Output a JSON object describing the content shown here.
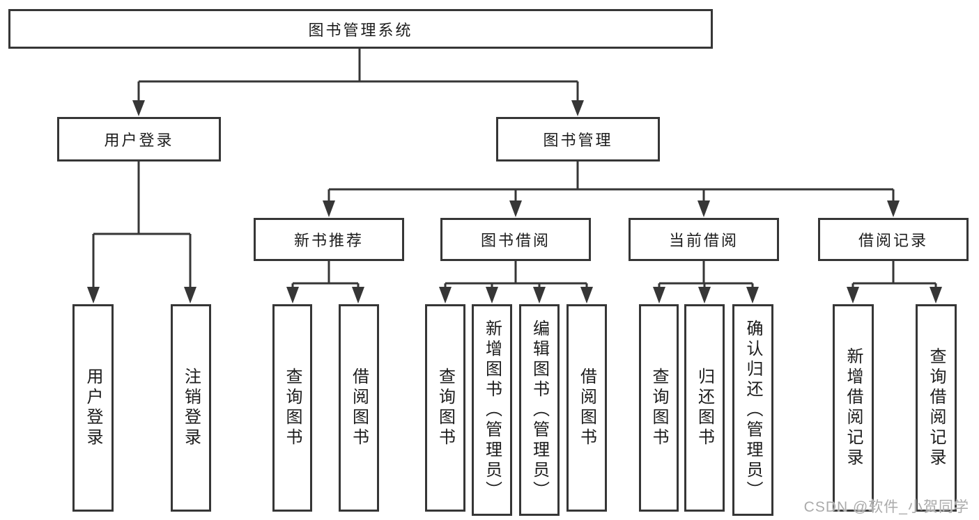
{
  "diagram": {
    "root": {
      "label": "图书管理系统"
    },
    "branches": [
      {
        "label": "用户登录",
        "children": [
          {
            "label": "用户登录"
          },
          {
            "label": "注销登录"
          }
        ]
      },
      {
        "label": "图书管理",
        "sections": [
          {
            "label": "新书推荐",
            "children": [
              {
                "label": "查询图书"
              },
              {
                "label": "借阅图书"
              }
            ]
          },
          {
            "label": "图书借阅",
            "children": [
              {
                "label": "查询图书"
              },
              {
                "label": "新增图书（管理员）"
              },
              {
                "label": "编辑图书（管理员）"
              },
              {
                "label": "借阅图书"
              }
            ]
          },
          {
            "label": "当前借阅",
            "children": [
              {
                "label": "查询图书"
              },
              {
                "label": "归还图书"
              },
              {
                "label": "确认归还（管理员）"
              }
            ]
          },
          {
            "label": "借阅记录",
            "children": [
              {
                "label": "新增借阅记录"
              },
              {
                "label": "查询借阅记录"
              }
            ]
          }
        ]
      }
    ]
  },
  "watermark": {
    "text": "CSDN @软件_小贺同学"
  },
  "colors": {
    "line": "#363636",
    "text": "#1c1c1c",
    "watermark": "#ababab",
    "background": "#ffffff"
  }
}
